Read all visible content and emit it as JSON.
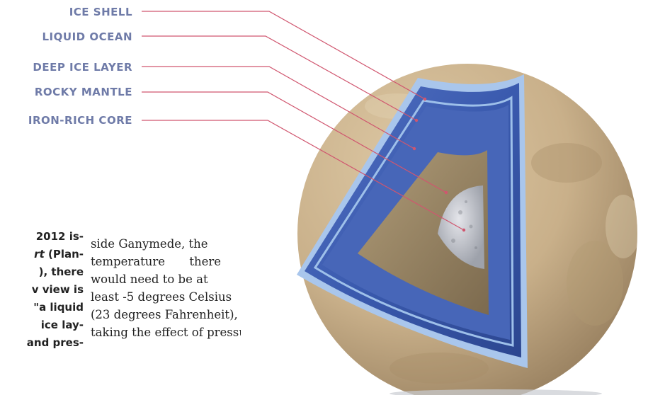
{
  "layers": [
    {
      "label": "ICE SHELL"
    },
    {
      "label": "LIQUID OCEAN"
    },
    {
      "label": "DEEP ICE LAYER"
    },
    {
      "label": "ROCKY MANTLE"
    },
    {
      "label": "IRON-RICH CORE"
    }
  ],
  "colors": {
    "label_text": "#6f7ba8",
    "leader_line": "#d0566f",
    "crust": "#cdb590",
    "ice_shell": "#a9c6ec",
    "ocean": "#3e5fb2",
    "mantle": "#9f8a66",
    "core": "#c7c9cf"
  },
  "left_column": {
    "line1": "2012 is-",
    "line2_italic": "rt",
    "line2_rest": " (Plan-",
    "line3": "), there",
    "line4": "v view is",
    "line5": "\"a liquid",
    "line6": "ice lay-",
    "line7": "and pres-"
  },
  "right_column": {
    "line1": "side Ganymede, the",
    "line2a": "temperature",
    "line2b": "there",
    "line3": "would need to be at",
    "line4": "least -5 degrees Celsius",
    "line5": "(23 degrees Fahrenheit),",
    "line6": "taking the effect of pressure"
  }
}
